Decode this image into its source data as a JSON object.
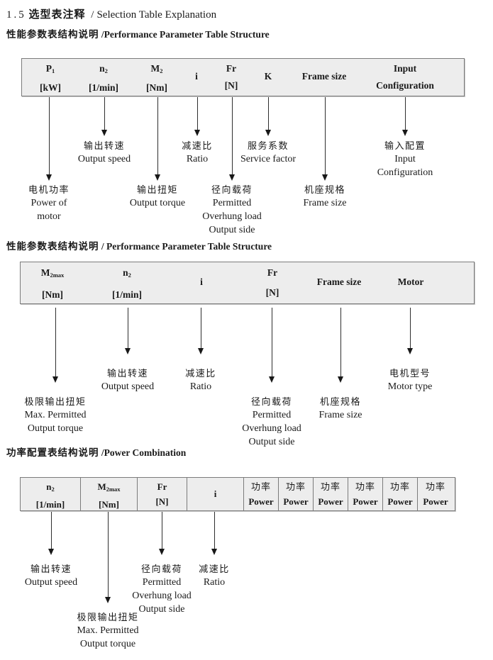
{
  "title": {
    "num": "1.5",
    "zh": "选型表注释",
    "divider": "/",
    "en": "Selection Table Explanation"
  },
  "colors": {
    "table_fill": "#ededed",
    "table_border": "#7b7b7b",
    "text": "#1a1a1a",
    "page_bg": "#ffffff"
  },
  "sections": [
    {
      "heading_zh": "性能参数表结构说明",
      "heading_en": "/Performance Parameter Table Structure",
      "table": {
        "cells": [
          {
            "line1": "P",
            "sub": "1",
            "line2": "[kW]"
          },
          {
            "line1": "n",
            "sub": "2",
            "line2": "[1/min]"
          },
          {
            "line1": "M",
            "sub": "2",
            "line2": "[Nm]"
          },
          {
            "line1": "i"
          },
          {
            "line1": "Fr",
            "line2": "[N]"
          },
          {
            "line1": "K"
          },
          {
            "line1": "Frame size"
          },
          {
            "line1": "Input",
            "line2": "Configuration"
          }
        ]
      },
      "labels": [
        {
          "for": "P1",
          "lines": [
            "电机功率",
            "Power of",
            "motor"
          ]
        },
        {
          "for": "n2",
          "lines": [
            "输出转速",
            "Output speed"
          ]
        },
        {
          "for": "M2",
          "lines": [
            "输出扭矩",
            "Output torque"
          ]
        },
        {
          "for": "i",
          "lines": [
            "减速比",
            "Ratio"
          ]
        },
        {
          "for": "Fr",
          "lines": [
            "径向载荷",
            "Permitted",
            "Overhung load",
            "Output side"
          ]
        },
        {
          "for": "K",
          "lines": [
            "服务系数",
            "Service factor"
          ]
        },
        {
          "for": "Frame-size",
          "lines": [
            "机座规格",
            "Frame size"
          ]
        },
        {
          "for": "Input-Configuration",
          "lines": [
            "输入配置",
            "Input",
            "Configuration"
          ]
        }
      ]
    },
    {
      "heading_zh": "性能参数表结构说明",
      "heading_en": "/ Performance Parameter Table Structure",
      "table": {
        "cells": [
          {
            "line1": "M",
            "sub": "2max",
            "line2": "[Nm]"
          },
          {
            "line1": "n",
            "sub": "2",
            "line2": "[1/min]"
          },
          {
            "line1": "i"
          },
          {
            "line1": "Fr",
            "line2": "[N]"
          },
          {
            "line1": "Frame size"
          },
          {
            "line1": "Motor"
          }
        ]
      },
      "labels": [
        {
          "for": "M2max",
          "lines": [
            "极限输出扭矩",
            "Max. Permitted",
            "Output torque"
          ]
        },
        {
          "for": "n2",
          "lines": [
            "输出转速",
            "Output speed"
          ]
        },
        {
          "for": "i",
          "lines": [
            "减速比",
            "Ratio"
          ]
        },
        {
          "for": "Fr",
          "lines": [
            "径向载荷",
            "Permitted",
            "Overhung load",
            "Output side"
          ]
        },
        {
          "for": "Frame-size",
          "lines": [
            "机座规格",
            "Frame size"
          ]
        },
        {
          "for": "Motor",
          "lines": [
            "电机型号",
            "Motor type"
          ]
        }
      ]
    },
    {
      "heading_zh": "功率配置表结构说明",
      "heading_en": "/Power Combination",
      "table": {
        "cells": [
          {
            "line1": "n",
            "sub": "2",
            "line2": "[1/min]"
          },
          {
            "line1": "M",
            "sub": "2max",
            "line2": "[Nm]"
          },
          {
            "line1": "Fr",
            "line2": "[N]"
          },
          {
            "line1": "i"
          },
          {
            "line1": "功率",
            "line2": "Power"
          },
          {
            "line1": "功率",
            "line2": "Power"
          },
          {
            "line1": "功率",
            "line2": "Power"
          },
          {
            "line1": "功率",
            "line2": "Power"
          },
          {
            "line1": "功率",
            "line2": "Power"
          },
          {
            "line1": "功率",
            "line2": "Power"
          }
        ]
      },
      "labels": [
        {
          "for": "n2",
          "lines": [
            "输出转速",
            "Output speed"
          ]
        },
        {
          "for": "M2max",
          "lines": [
            "极限输出扭矩",
            "Max. Permitted",
            "Output torque"
          ]
        },
        {
          "for": "Fr",
          "lines": [
            "径向载荷",
            "Permitted",
            "Overhung load",
            "Output side"
          ]
        },
        {
          "for": "i",
          "lines": [
            "减速比",
            "Ratio"
          ]
        }
      ]
    }
  ]
}
